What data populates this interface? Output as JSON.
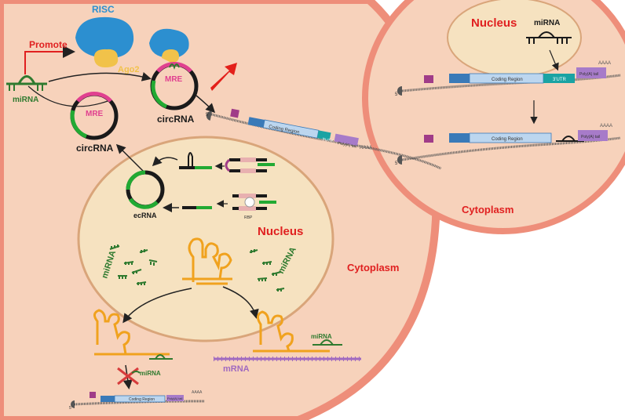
{
  "left_cell": {
    "promote": "Promote",
    "risc": "RISC",
    "ago2": "Ago2",
    "mirna_top": "miRNA",
    "mre_top": "MRE",
    "circrna_top": "circRNA",
    "mre_left": "MRE",
    "circrna_left": "circRNA",
    "cytoplasm": "Cytoplasm",
    "nucleus": "Nucleus",
    "ecrna": "ecRNA",
    "rbp": "RBP",
    "mirna_left_cluster": "miRNA",
    "mirna_right_cluster": "miRNA",
    "mirna_bottom_right": "miRNA",
    "mrna": "mRNA",
    "mirna_bottom_left": "miRNA",
    "mrna_strip_top": {
      "five": "5'",
      "coding": "Coding Region",
      "utr": "3'UTR",
      "polya": "Poly(A) tail",
      "aaaa": "AAAA"
    },
    "mrna_strip_bottom": {
      "five": "5'",
      "coding": "Coding Region",
      "polya": "Poly(A) tail",
      "aaaa": "AAAA"
    }
  },
  "right_cell": {
    "nucleus": "Nucleus",
    "mirna": "miRNA",
    "cytoplasm": "Cytoplasm",
    "mrna_strip_1": {
      "five": "5'",
      "coding": "Coding Region",
      "utr": "3'UTR",
      "polya": "Poly(A) tail",
      "aaaa": "AAAA"
    },
    "mrna_strip_2": {
      "five": "5'",
      "coding": "Coding Region",
      "polya": "Poly(A) tail",
      "aaaa": "AAAA"
    }
  },
  "colors": {
    "cell_fill": "#f7d2bb",
    "cell_border": "#ee8e7a",
    "nucleus_fill": "#f6e2c0",
    "nucleus_border": "#d9a57a",
    "red_label": "#e02020",
    "mirna_green": "#2f7a2f",
    "circ_green": "#22aa33",
    "mre_pink": "#e0408f",
    "orange_rna": "#f0a21e",
    "risc_blue": "#2c8fd0",
    "ago2_yellow": "#f1c24a",
    "coding_blue": "#bcd6ef",
    "purple": "#a77bc9"
  }
}
